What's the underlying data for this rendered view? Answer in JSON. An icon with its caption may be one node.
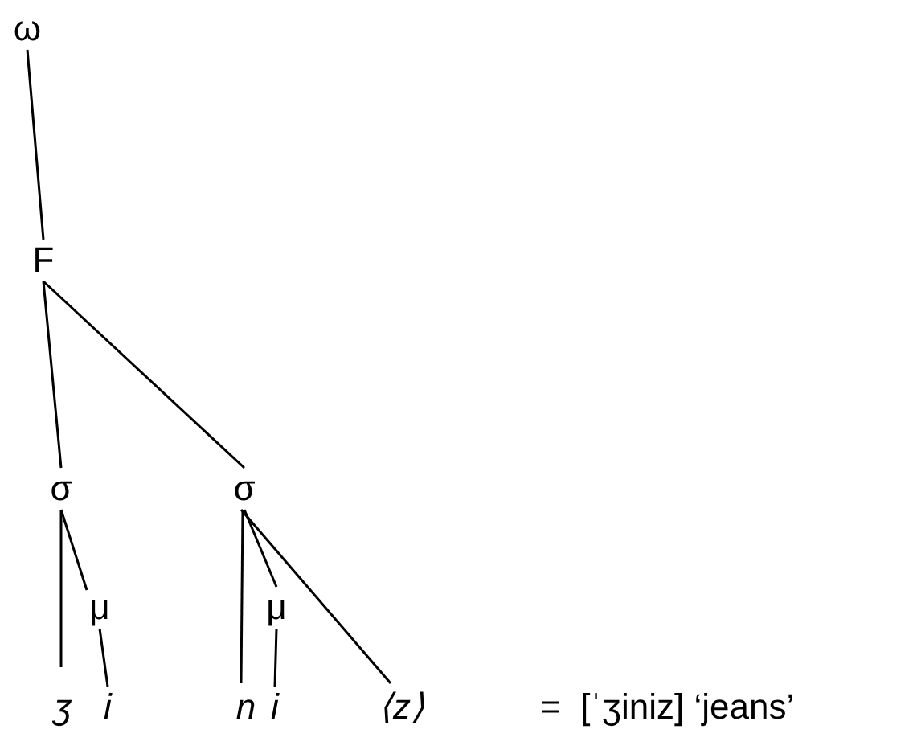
{
  "diagram": {
    "nodes": [
      {
        "text": [
          "ω"
        ]
      },
      {
        "text": [
          "F"
        ]
      },
      {
        "text": [
          "σ"
        ]
      },
      {
        "text": [
          "σ"
        ]
      },
      {
        "text": [
          "μ"
        ]
      },
      {
        "text": [
          "μ"
        ]
      },
      {
        "text": [
          "ʒ"
        ]
      },
      {
        "text": [
          "i"
        ]
      },
      {
        "text": [
          "n"
        ]
      },
      {
        "text": [
          "i"
        ]
      },
      {
        "text": [
          "⟨*z*⟩"
        ]
      }
    ],
    "edges": [
      {
        "from": 0,
        "to": 1,
        "arrow": "none"
      },
      {
        "from": 1,
        "to": 2,
        "arrow": "none"
      },
      {
        "from": 1,
        "to": 3,
        "arrow": "none"
      },
      {
        "from": 2,
        "to": 6,
        "arrow": "none"
      },
      {
        "from": 2,
        "to": 4,
        "arrow": "none"
      },
      {
        "from": 4,
        "to": 7,
        "arrow": "none"
      },
      {
        "from": 3,
        "to": 8,
        "arrow": "none"
      },
      {
        "from": 3,
        "to": 5,
        "arrow": "none"
      },
      {
        "from": 3,
        "to": 10,
        "arrow": "none"
      },
      {
        "from": 5,
        "to": 9,
        "arrow": "none"
      }
    ],
    "labels": [
      "=  [ˈʒiniz] ‘jeans’"
    ]
  }
}
